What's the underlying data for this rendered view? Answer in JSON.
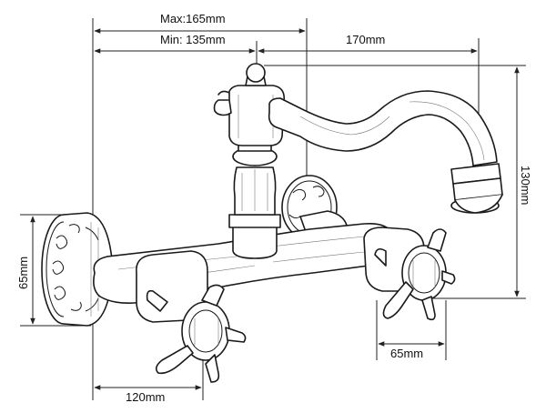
{
  "dimensions": {
    "max_reach": "Max:165mm",
    "min_reach": "Min: 135mm",
    "spout_length": "170mm",
    "height": "130mm",
    "flange_diameter": "65mm",
    "handle_width": "65mm",
    "center_distance": "120mm"
  }
}
